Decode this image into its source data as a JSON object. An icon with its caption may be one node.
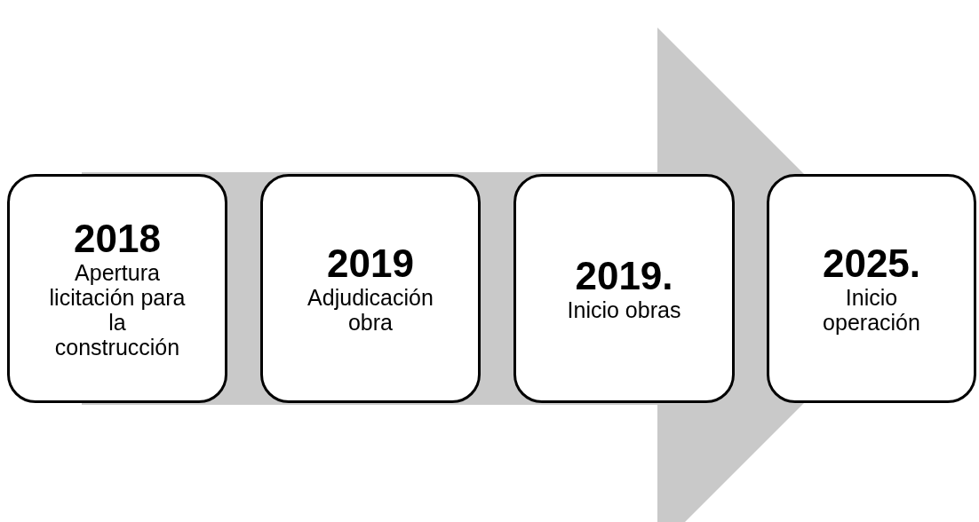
{
  "diagram": {
    "nodes": [
      {
        "text": [
          "2018",
          "Apertura licitación para la construcción"
        ]
      },
      {
        "text": [
          "2019",
          "Adjudicación obra"
        ]
      },
      {
        "text": [
          "2019.",
          "Inicio obras"
        ]
      },
      {
        "text": [
          "2025.",
          "Inicio operación"
        ]
      }
    ],
    "edges": [
      {
        "from": 0,
        "to": 3,
        "arrow": "to",
        "style": "thick"
      }
    ]
  }
}
